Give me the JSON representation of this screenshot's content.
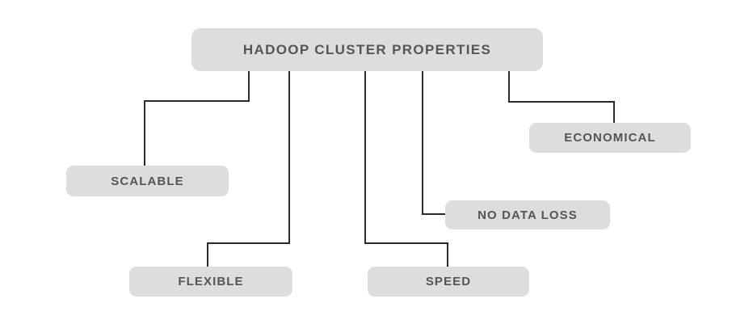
{
  "diagram": {
    "title": "HADOOP CLUSTER PROPERTIES",
    "type": "tree",
    "background_color": "#ffffff",
    "node_fill_color": "#dddddd",
    "node_text_color": "#555555",
    "connector_color": "#2a2a2a",
    "root": {
      "label": "HADOOP CLUSTER PROPERTIES"
    },
    "children": [
      {
        "label": "SCALABLE"
      },
      {
        "label": "FLEXIBLE"
      },
      {
        "label": "SPEED"
      },
      {
        "label": "NO DATA LOSS"
      },
      {
        "label": "ECONOMICAL"
      }
    ]
  }
}
